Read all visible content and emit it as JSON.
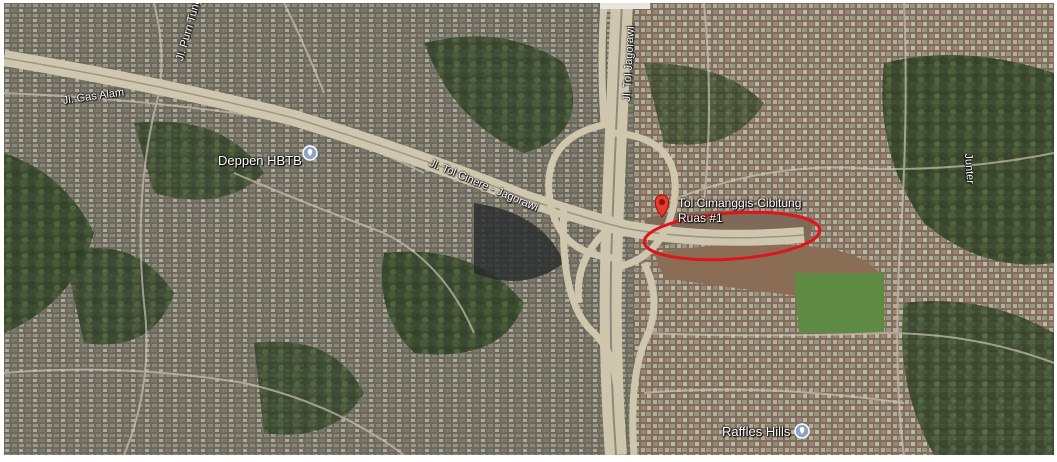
{
  "map": {
    "type": "satellite",
    "colors": {
      "highway": "#cfc7ad",
      "highlight": "#e0141c",
      "pin": "#e8382f",
      "poi_icon": "#8fa3c7"
    },
    "pins": [
      {
        "name": "Toll-Cimanggis-Cibitung-Ruas-1",
        "label_line1": "Tol Cimanggis-Cibitung",
        "label_line2": "Ruas #1",
        "icon": "map-pin-icon"
      }
    ],
    "pois": [
      {
        "name": "Deppen HBTB",
        "label": "Deppen HBTB",
        "icon": "place-marker-icon"
      },
      {
        "name": "Raffles Hills",
        "label": "Raffles Hills",
        "icon": "place-marker-icon"
      }
    ],
    "roads": {
      "gas_alam": "Jl. Gas Alam",
      "purnama": "Jl. Purn Tung",
      "tol_cinere": "Jl. Tol Cinere - Jagorawi",
      "tol_jagorawi": "Jl. Tol Jagorawi",
      "junter": "Junter"
    }
  }
}
